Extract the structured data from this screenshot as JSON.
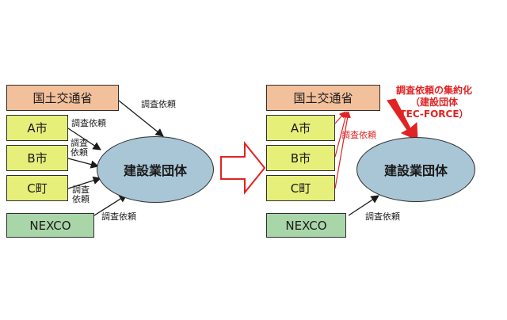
{
  "left_diagram": {
    "mlit": "国土交通省",
    "city_a": "A市",
    "city_b": "B市",
    "town_c": "C町",
    "nexco": "NEXCO",
    "target": "建設業団体",
    "request_label": "調査依頼",
    "split_a": "調査",
    "split_b": "依頼"
  },
  "right_diagram": {
    "mlit": "国土交通省",
    "city_a": "A市",
    "city_b": "B市",
    "town_c": "C町",
    "nexco": "NEXCO",
    "target": "建設業団体",
    "request_label": "調査依頼",
    "callout": {
      "line1": "調査依頼の集約化",
      "line2": "（建設団体",
      "line3": "TEC-FORCE）"
    }
  },
  "colors": {
    "mlit_box": "#f2c09a",
    "municipal_box": "#e6ef7a",
    "nexco_box": "#a9d6a9",
    "target_ellipse": "#a9c6d6",
    "highlight": "#e02323"
  }
}
